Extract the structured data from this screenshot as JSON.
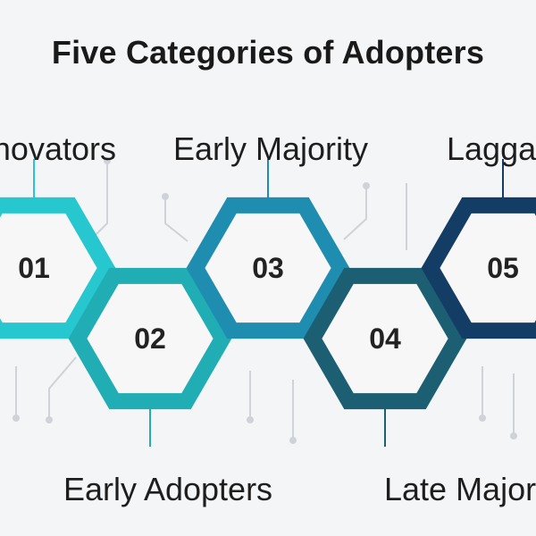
{
  "title": "Five Categories of Adopters",
  "items": [
    {
      "number": "01",
      "label": "Innovators",
      "color": "#27c7d0"
    },
    {
      "number": "02",
      "label": "Early Adopters",
      "color": "#20aeb4"
    },
    {
      "number": "03",
      "label": "Early Majority",
      "color": "#1e8db0"
    },
    {
      "number": "04",
      "label": "Late Majority",
      "color": "#1c5f72"
    },
    {
      "number": "05",
      "label": "Laggards",
      "color": "#143d66"
    }
  ],
  "colors": {
    "background": "#f4f5f7",
    "circuit": "#cfd2d6",
    "text": "#1e1e1e"
  }
}
